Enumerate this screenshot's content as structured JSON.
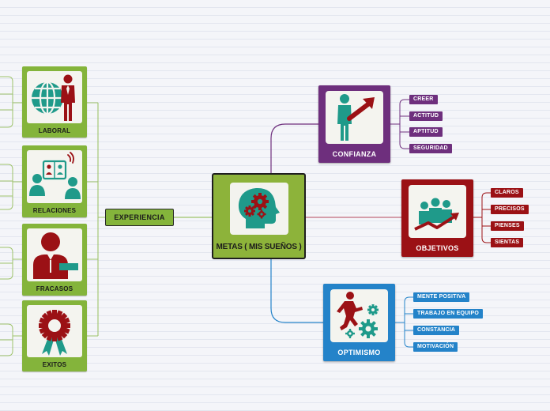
{
  "central": {
    "label": "METAS ( MIS SUEÑOS )"
  },
  "branches": {
    "confianza": {
      "label": "CONFIANZA",
      "items": [
        "CREER",
        "ACTITUD",
        "APTITUD",
        "SEGURIDAD"
      ]
    },
    "objetivos": {
      "label": "OBJETIVOS",
      "items": [
        "CLAROS",
        "PRECISOS",
        "PIENSES",
        "SIENTAS"
      ]
    },
    "optimismo": {
      "label": "OPTIMISMO",
      "items": [
        "MENTE POSITIVA",
        "TRABAJO EN EQUIPO",
        "CONSTANCIA",
        "MOTIVACIÓN"
      ]
    },
    "experiencia": {
      "label": "EXPERIENCIA",
      "sub": {
        "laboral": "LABORAL",
        "relaciones": "RELACIONES",
        "fracasos": "FRACASOS",
        "exitos": "EXITOS"
      }
    }
  },
  "colors": {
    "green": "#84b43b",
    "purple": "#6e2f7d",
    "red": "#9b1115",
    "blue": "#2483c9",
    "teal": "#1f9a8a"
  },
  "icons": {
    "central": "head-gears-icon",
    "confianza": "person-arrow-icon",
    "objetivos": "team-growth-icon",
    "optimismo": "runner-gears-icon",
    "laboral": "globe-businessman-icon",
    "relaciones": "video-call-icon",
    "fracasos": "person-sad-icon",
    "exitos": "award-ribbon-icon"
  }
}
